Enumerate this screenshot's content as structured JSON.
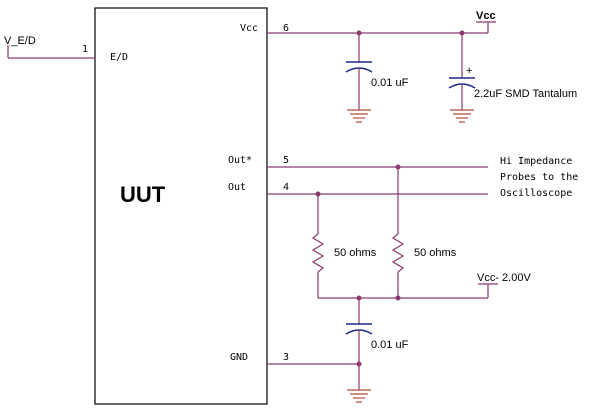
{
  "chip": {
    "name": "UUT",
    "pins": {
      "ed": {
        "label": "E/D",
        "number": "1"
      },
      "vcc": {
        "label": "Vcc",
        "number": "6"
      },
      "outstar": {
        "label": "Out*",
        "number": "5"
      },
      "out": {
        "label": "Out",
        "number": "4"
      },
      "gnd": {
        "label": "GND",
        "number": "3"
      }
    }
  },
  "nets": {
    "ved": "V_E/D",
    "vcc": "Vcc",
    "vcc_minus": "Vcc- 2.00V"
  },
  "components": {
    "cap_vcc": "0.01 uF",
    "tantalum": "2.2uF SMD Tantalum",
    "tantalum_polarity": "+",
    "res1": "50 ohms",
    "res2": "50 ohms",
    "cap_gnd": "0.01 uF"
  },
  "note": [
    "Hi Impedance",
    "Probes to the",
    "Oscilloscope"
  ],
  "colors": {
    "wire": "#8a3a6e",
    "capacitor": "#1b2a8c",
    "ground": "#b04a3a"
  }
}
